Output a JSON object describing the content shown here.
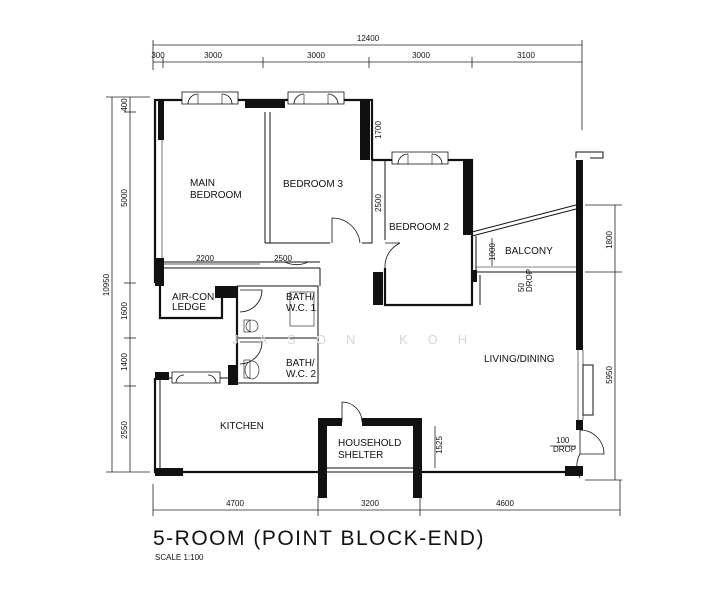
{
  "rooms": {
    "main_bedroom": [
      "MAIN",
      "BEDROOM"
    ],
    "bedroom3": "BEDROOM 3",
    "bedroom2": "BEDROOM 2",
    "balcony": "BALCONY",
    "aircon": [
      "AIR-CON",
      "LEDGE"
    ],
    "bath1": [
      "BATH/",
      "W.C. 1"
    ],
    "bath2": [
      "BATH/",
      "W.C. 2"
    ],
    "living": "LIVING/DINING",
    "kitchen": "KITCHEN",
    "shelter": [
      "HOUSEHOLD",
      "SHELTER"
    ]
  },
  "drops": {
    "balcony": [
      "50",
      "DROP"
    ],
    "entrance": [
      "100",
      "DROP"
    ]
  },
  "dimensions": {
    "top_total": "12400",
    "top": [
      "300",
      "3000",
      "3000",
      "3000",
      "3100"
    ],
    "left_total": "10950",
    "left": [
      "400",
      "5000",
      "1600",
      "1400",
      "2550"
    ],
    "bottom": [
      "4700",
      "3200",
      "4600"
    ],
    "right": [
      "1800",
      "5950"
    ],
    "inner": {
      "bed3_height": "1700",
      "bed2_height": "2500",
      "bed2_low": "1800",
      "balcony_depth": "1000",
      "shelter": "1525",
      "mb_width": "2200",
      "bed3_width": "2500"
    }
  },
  "watermark": "JASON KOH",
  "title": "5-ROOM (POINT BLOCK-END)",
  "scale": "SCALE   1:100"
}
